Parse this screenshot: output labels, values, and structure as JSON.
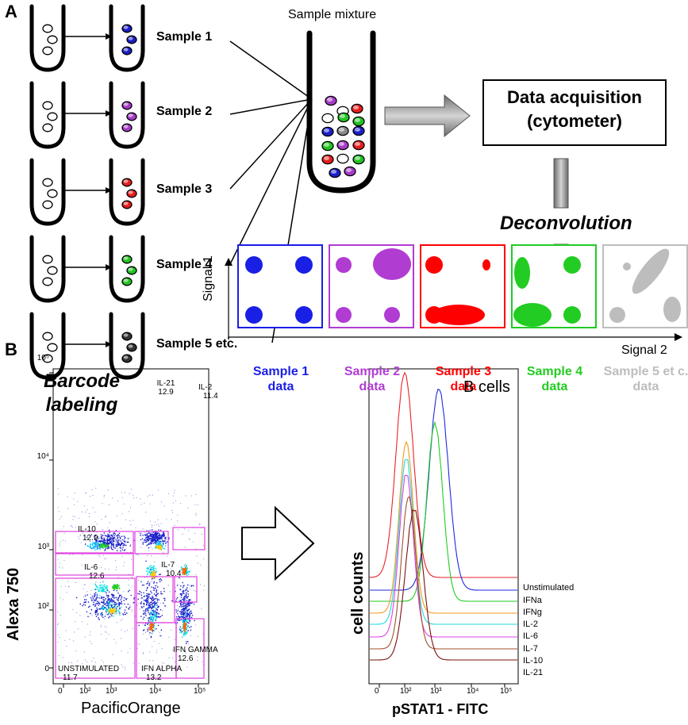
{
  "panel_a": {
    "letter": "A",
    "samples": [
      {
        "label": "Sample 1",
        "color": "#1a1fc8"
      },
      {
        "label": "Sample 2",
        "color": "#a53cc8"
      },
      {
        "label": "Sample 3",
        "color": "#e41e1e"
      },
      {
        "label": "Sample 4",
        "color": "#22c322"
      },
      {
        "label": "Sample  5 etc.",
        "color": "#333333"
      }
    ],
    "mixture_title": "Sample mixture",
    "acquisition_line1": "Data acquisition",
    "acquisition_line2": "(cytometer)",
    "deconvolution": "Deconvolution",
    "barcode_line1": "Barcode",
    "barcode_line2": "labeling",
    "results": [
      {
        "line1": "Sample 1",
        "line2": "data",
        "color": "#1a1fe6"
      },
      {
        "line1": "Sample 2",
        "line2": "data",
        "color": "#b03cd2"
      },
      {
        "line1": "Sample 3",
        "line2": "data",
        "color": "#ff0000"
      },
      {
        "line1": "Sample 4",
        "line2": "data",
        "color": "#22cc22"
      },
      {
        "line1": "Sample 5 et c.",
        "line2": "data",
        "color": "#bdbdbd"
      }
    ],
    "y_axis": "Signal 1",
    "x_axis": "Signal 2"
  },
  "panel_b": {
    "letter": "B",
    "density_plot": {
      "y_axis": "Alexa 750",
      "x_axis": "PacificOrange",
      "y_ticks": [
        "10⁵",
        "10⁴",
        "10³",
        "10²",
        "0"
      ],
      "x_ticks": [
        "0",
        "10²",
        "10³",
        "10⁴",
        "10⁵"
      ],
      "gates": [
        {
          "name": "IL-21",
          "value": "12.9"
        },
        {
          "name": "IL-10",
          "value": "12.9"
        },
        {
          "name": "IL-2",
          "value": "11.4"
        },
        {
          "name": "IL-6",
          "value": "12.6"
        },
        {
          "name": "IL-7",
          "value": "10.4"
        },
        {
          "name": "UNSTIMULATED",
          "value": "11.7"
        },
        {
          "name": "IFN ALPHA",
          "value": "13.2"
        },
        {
          "name": "IFN GAMMA",
          "value": "12.6"
        }
      ]
    },
    "histogram": {
      "title": "B cells",
      "y_axis": "cell counts",
      "x_axis": "pSTAT1 - FITC",
      "x_ticks": [
        "0",
        "10²",
        "10³",
        "10⁴",
        "10⁵"
      ],
      "series": [
        {
          "name": "Unstimulated",
          "color": "#e8232a"
        },
        {
          "name": "IFNa",
          "color": "#1f2ae0"
        },
        {
          "name": "IFNg",
          "color": "#22cc22"
        },
        {
          "name": "IL-2",
          "color": "#f39a1c"
        },
        {
          "name": "IL-6",
          "color": "#22d8e0"
        },
        {
          "name": "IL-7",
          "color": "#e040e0"
        },
        {
          "name": "IL-10",
          "color": "#a0522d"
        },
        {
          "name": "IL-21",
          "color": "#7a1010"
        }
      ]
    }
  }
}
